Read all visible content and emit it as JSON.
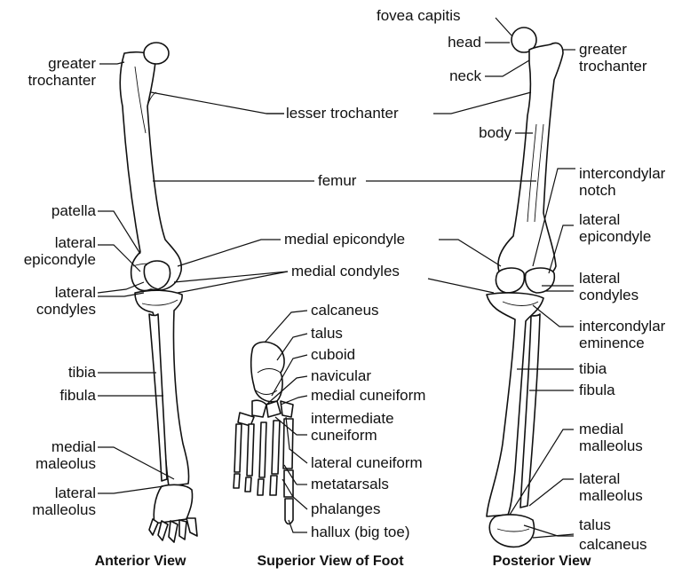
{
  "views": {
    "anterior": {
      "title": "Anterior View",
      "labels": {
        "greater_trochanter": "greater\ntrochanter",
        "patella": "patella",
        "lateral_epicondyle": "lateral\nepicondyle",
        "lateral_condyles": "lateral\ncondyles",
        "tibia": "tibia",
        "fibula": "fibula",
        "medial_maleolus": "medial\nmaleolus",
        "lateral_malleolus": "lateral\nmalleolus"
      }
    },
    "shared": {
      "lesser_trochanter": "lesser trochanter",
      "femur": "femur",
      "medial_epicondyle": "medial epicondyle",
      "medial_condyles": "medial condyles"
    },
    "foot": {
      "title": "Superior View of Foot",
      "labels": {
        "calcaneus": "calcaneus",
        "talus": "talus",
        "cuboid": "cuboid",
        "navicular": "navicular",
        "medial_cuneiform": "medial cuneiform",
        "intermediate_cuneiform": "intermediate\ncuneiform",
        "lateral_cuneiform": "lateral cuneiform",
        "metatarsals": "metatarsals",
        "phalanges": "phalanges",
        "hallux": "hallux (big toe)"
      }
    },
    "posterior": {
      "title": "Posterior View",
      "labels": {
        "fovea_capitis": "fovea capitis",
        "head": "head",
        "neck": "neck",
        "greater_trochanter": "greater\ntrochanter",
        "body": "body",
        "intercondylar_notch": "intercondylar\nnotch",
        "lateral_epicondyle": "lateral\nepicondyle",
        "lateral_condyles": "lateral\ncondyles",
        "intercondylar_eminence": "intercondylar\neminence",
        "tibia": "tibia",
        "fibula": "fibula",
        "medial_malleolus": "medial\nmalleolus",
        "lateral_malleolus": "lateral\nmalleolus",
        "talus": "talus",
        "calcaneus": "calcaneus"
      }
    }
  }
}
